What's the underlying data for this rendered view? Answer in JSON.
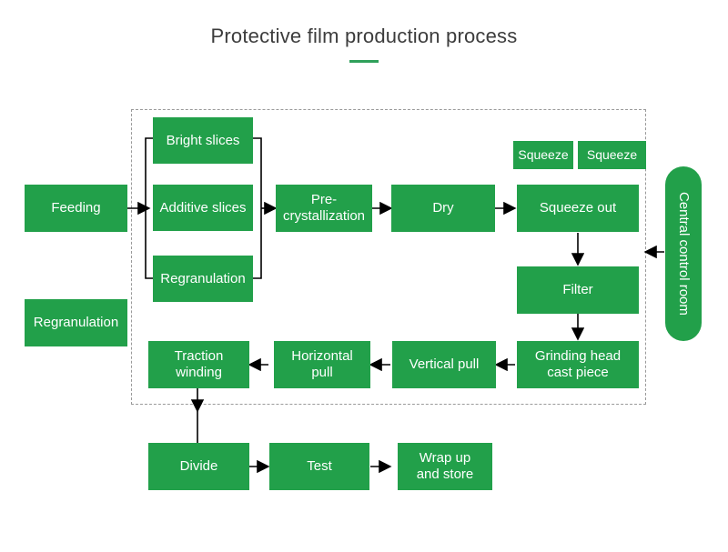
{
  "page": {
    "title": "Protective film production process",
    "accent_color": "#2fa05a",
    "node_color": "#22a04a",
    "node_text_color": "#ffffff",
    "title_color": "#3c3c3c",
    "container_border_color": "#9a9a9a",
    "wire_color": "#000000"
  },
  "nodes": {
    "feeding": "Feeding",
    "regranulation_standalone": "Regranulation",
    "bright_slices": "Bright slices",
    "additive_slices": "Additive slices",
    "regranulation_inner": "Regranulation",
    "pre_crystallization": "Pre-\ncrystallization",
    "pre_crystallization_line1": "Pre-",
    "pre_crystallization_line2": "crystallization",
    "dry": "Dry",
    "squeeze_out": "Squeeze out",
    "squeeze_a": "Squeeze",
    "squeeze_b": "Squeeze",
    "filter": "Filter",
    "central_control_room": "Central control room",
    "grinding_head_line1": "Grinding head",
    "grinding_head_line2": "cast piece",
    "vertical_pull": "Vertical pull",
    "horizontal_pull_line1": "Horizontal",
    "horizontal_pull_line2": "pull",
    "traction_winding_line1": "Traction",
    "traction_winding_line2": "winding",
    "divide": "Divide",
    "test": "Test",
    "wrap_up_line1": "Wrap up",
    "wrap_up_line2": "and store"
  },
  "chart_data": {
    "type": "diagram",
    "title": "Protective film production process",
    "diagram_kind": "flowchart",
    "flow_sequence": [
      "Feeding",
      "Bright slices / Additive slices / Regranulation",
      "Pre-crystallization",
      "Dry",
      "Squeeze out",
      "Filter",
      "Grinding head cast piece",
      "Vertical pull",
      "Horizontal pull",
      "Traction winding",
      "Divide",
      "Test",
      "Wrap up and store"
    ],
    "auxiliary_nodes": [
      "Regranulation",
      "Squeeze",
      "Squeeze",
      "Central control room"
    ],
    "edges": [
      {
        "from": "Feeding",
        "to": "Additive slices",
        "direction": "right"
      },
      {
        "from": "Bright slices / Additive slices / Regranulation",
        "to": "Pre-crystallization",
        "direction": "right"
      },
      {
        "from": "Pre-crystallization",
        "to": "Dry",
        "direction": "right"
      },
      {
        "from": "Dry",
        "to": "Squeeze out",
        "direction": "right"
      },
      {
        "from": "Squeeze out",
        "to": "Filter",
        "direction": "down"
      },
      {
        "from": "Filter",
        "to": "Grinding head cast piece",
        "direction": "down"
      },
      {
        "from": "Grinding head cast piece",
        "to": "Vertical pull",
        "direction": "left"
      },
      {
        "from": "Vertical pull",
        "to": "Horizontal pull",
        "direction": "left"
      },
      {
        "from": "Horizontal pull",
        "to": "Traction winding",
        "direction": "left"
      },
      {
        "from": "Traction winding",
        "to": "Divide",
        "direction": "down"
      },
      {
        "from": "Divide",
        "to": "Test",
        "direction": "right"
      },
      {
        "from": "Test",
        "to": "Wrap up and store",
        "direction": "right"
      },
      {
        "from": "Central control room",
        "to": "production-zone",
        "direction": "left"
      }
    ]
  }
}
